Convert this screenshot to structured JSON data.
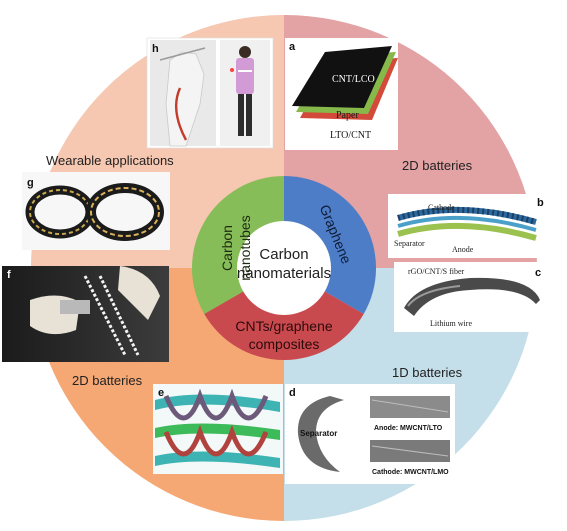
{
  "center": {
    "line1": "Carbon",
    "line2": "nanomaterials"
  },
  "inner_ring": {
    "carbon_nanotubes": {
      "line1": "Carbon",
      "line2": "nanotubes"
    },
    "graphene": "Graphene",
    "composites": {
      "line1": "CNTs/graphene",
      "line2": "composites"
    }
  },
  "quadrants": {
    "wearable": "Wearable applications",
    "batteries_2d_top": "2D batteries",
    "batteries_2d_bottom": "2D batteries",
    "batteries_1d": "1D batteries"
  },
  "panels": {
    "a": {
      "letter": "a",
      "label_top": "CNT/LCO",
      "label_mid": "Paper",
      "label_bottom": "LTO/CNT"
    },
    "b": {
      "letter": "b",
      "cathode": "Cathode",
      "separator": "Separator",
      "anode": "Anode"
    },
    "c": {
      "letter": "c",
      "fiber": "rGO/CNT/S fiber",
      "wire": "Lithium wire"
    },
    "d": {
      "letter": "d",
      "separator": "Separator",
      "anode": "Anode: MWCNT/LTO",
      "cathode": "Cathode: MWCNT/LMO"
    },
    "e": {
      "letter": "e"
    },
    "f": {
      "letter": "f"
    },
    "g": {
      "letter": "g"
    },
    "h": {
      "letter": "h"
    }
  },
  "colors": {
    "top_left": "#f6c7b1",
    "top_right": "#e3a2a4",
    "bottom_left": "#f5a874",
    "bottom_right": "#c4dfe9",
    "green": "#86bd58",
    "blue": "#4e7dc7",
    "red": "#c94a4e"
  }
}
